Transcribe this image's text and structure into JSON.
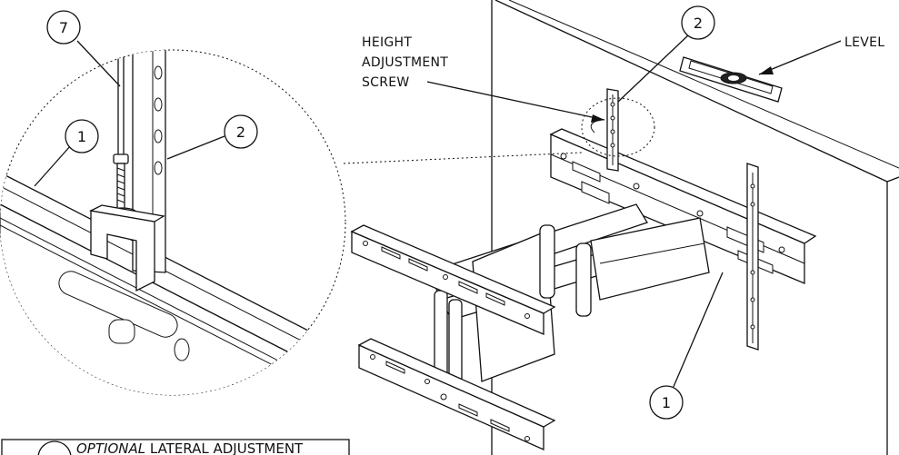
{
  "callouts": {
    "height_line1": "HEIGHT",
    "height_line2": "ADJUSTMENT",
    "height_line3": "SCREW",
    "level": "LEVEL"
  },
  "balloons": {
    "inset_7": "7",
    "inset_1": "1",
    "inset_2": "2",
    "main_2": "2",
    "main_1": "1"
  },
  "note": {
    "italic": "OPTIONAL",
    "rest": " LATERAL ADJUSTMENT"
  }
}
